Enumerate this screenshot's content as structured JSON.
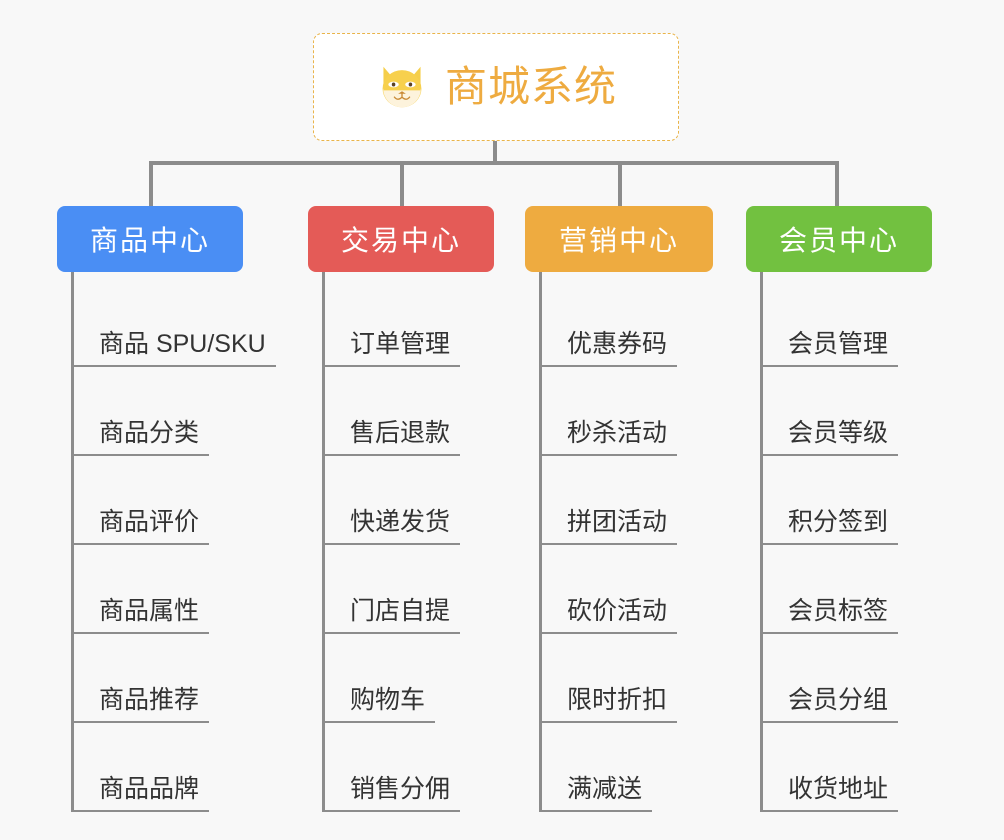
{
  "background": "#f8f8f8",
  "root": {
    "icon": "shiba-dog-face-icon",
    "title": "商城系统",
    "title_color": "#eeab40",
    "border_color": "#e9b44a",
    "background": "#ffffff"
  },
  "connector_color": "#8c8c8c",
  "columns": [
    {
      "id": "product-center",
      "title": "商品中心",
      "color": "#4a8ef4",
      "items": [
        "商品 SPU/SKU",
        "商品分类",
        "商品评价",
        "商品属性",
        "商品推荐",
        "商品品牌"
      ]
    },
    {
      "id": "trade-center",
      "title": "交易中心",
      "color": "#e45b57",
      "items": [
        "订单管理",
        "售后退款",
        "快递发货",
        "门店自提",
        "购物车",
        "销售分佣"
      ]
    },
    {
      "id": "marketing-center",
      "title": "营销中心",
      "color": "#eeab40",
      "items": [
        "优惠券码",
        "秒杀活动",
        "拼团活动",
        "砍价活动",
        "限时折扣",
        "满减送"
      ]
    },
    {
      "id": "member-center",
      "title": "会员中心",
      "color": "#72c140",
      "items": [
        "会员管理",
        "会员等级",
        "积分签到",
        "会员标签",
        "会员分组",
        "收货地址"
      ]
    }
  ]
}
